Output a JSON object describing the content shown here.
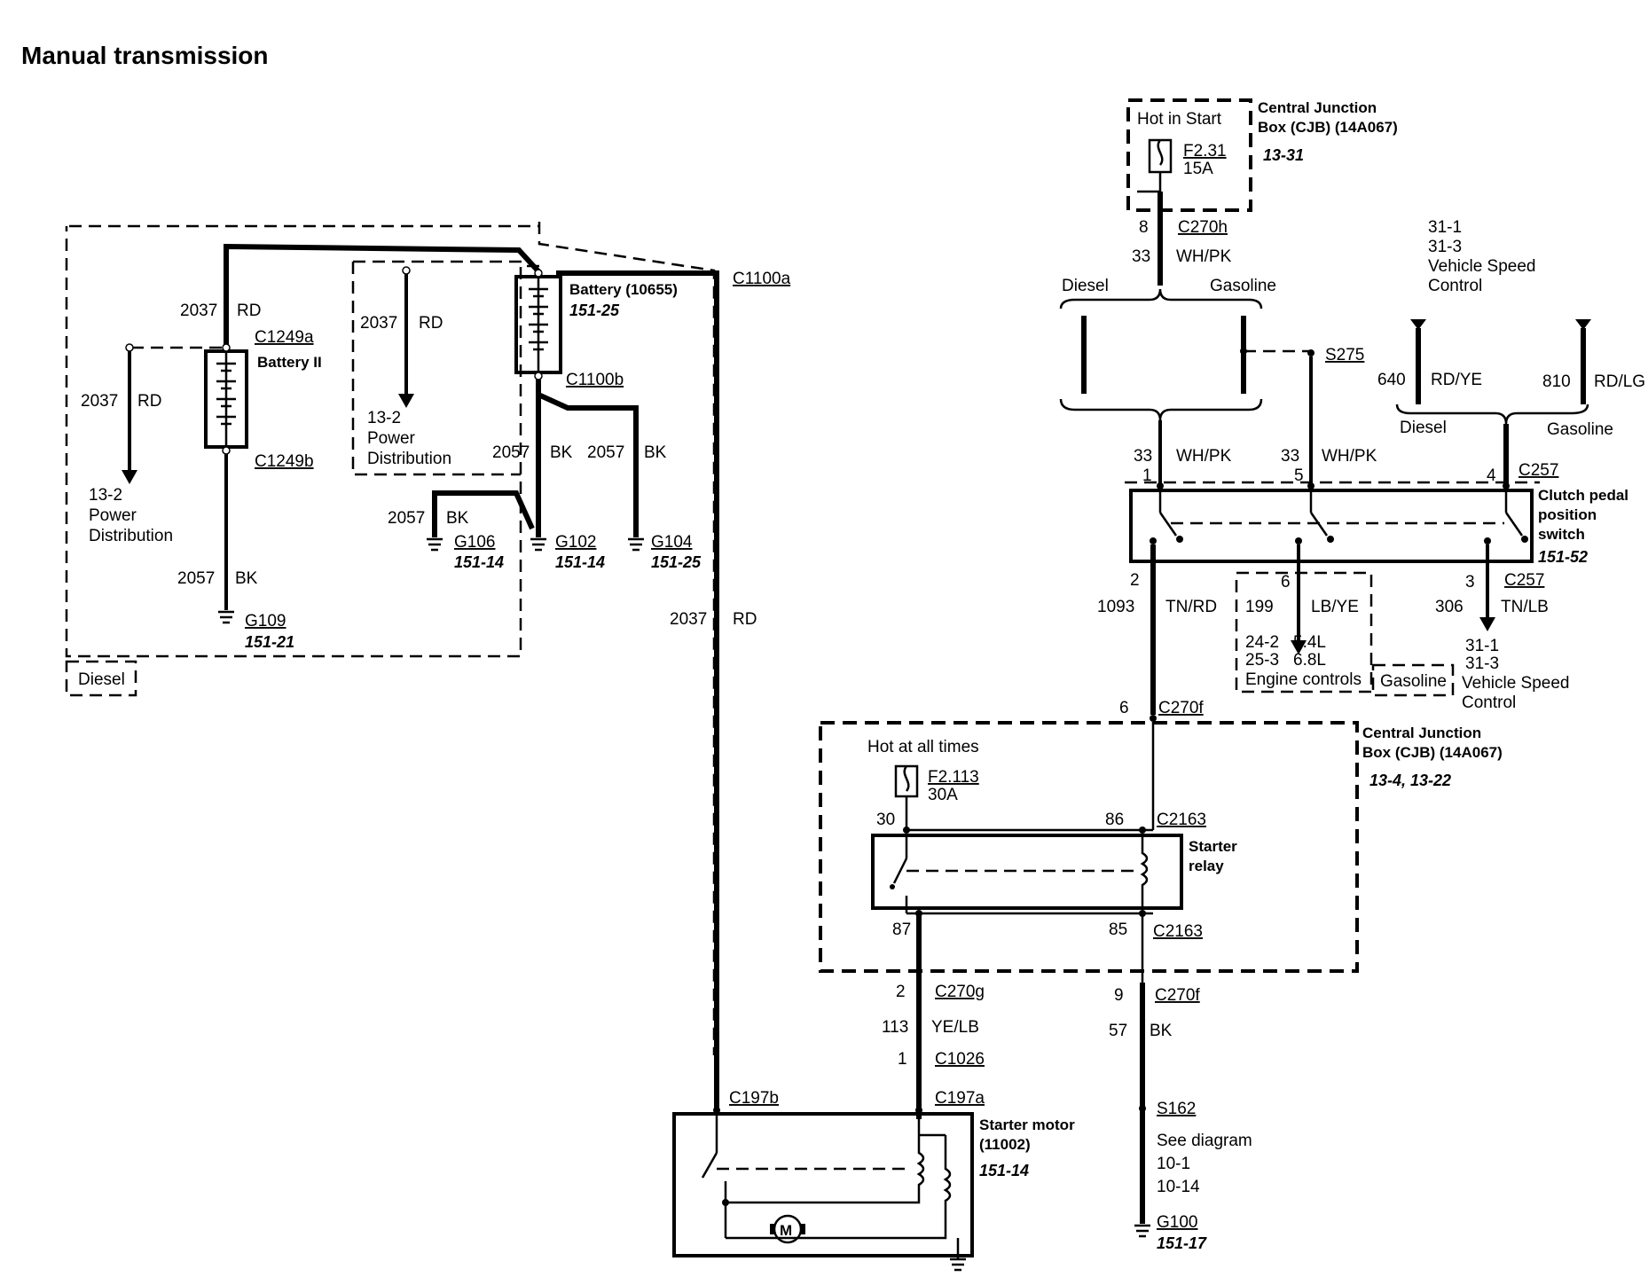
{
  "title": "Manual transmission",
  "cjb_top": {
    "hot_in_start": "Hot in Start",
    "name": "Central Junction",
    "name2": "Box (CJB) (14A067)",
    "ref": "13-31",
    "fuse": "F2.31",
    "fuse_amp": "15A",
    "conn_pin": "8",
    "conn": "C270h",
    "circuit": "33",
    "color": "WH/PK"
  },
  "diesel_label": "Diesel",
  "gasoline_label": "Gasoline",
  "s275": "S275",
  "vsc_top": {
    "l1": "31-1",
    "l2": "31-3",
    "l3": "Vehicle Speed",
    "l4": "Control"
  },
  "w640": {
    "circuit": "640",
    "color": "RD/YE"
  },
  "w810": {
    "circuit": "810",
    "color": "RD/LG"
  },
  "clutch": {
    "name1": "Clutch pedal",
    "name2": "position",
    "name3": "switch",
    "ref": "151-52",
    "c257": "C257",
    "pin1": "1",
    "pin5": "5",
    "pin4": "4",
    "pin2": "2",
    "pin6": "6",
    "pin3": "3",
    "c33a": "33",
    "col33a": "WH/PK",
    "c33b": "33",
    "col33b": "WH/PK"
  },
  "w1093": {
    "circuit": "1093",
    "color": "TN/RD"
  },
  "w199": {
    "circuit": "199",
    "color": "LB/YE",
    "e1": "24-2",
    "e1v": "5.4L",
    "e2": "25-3",
    "e2v": "6.8L",
    "e3": "Engine controls"
  },
  "w306": {
    "circuit": "306",
    "color": "TN/LB",
    "c257": "C257",
    "g": "Gasoline",
    "l1": "31-1",
    "l2": "31-3",
    "l3": "Vehicle Speed",
    "l4": "Control"
  },
  "c270f_top": {
    "pin": "6",
    "conn": "C270f"
  },
  "cjb_bottom": {
    "name": "Central Junction",
    "name2": "Box (CJB) (14A067)",
    "ref": "13-4, 13-22",
    "hot": "Hot at all times",
    "fuse": "F2.113",
    "fuse_amp": "30A",
    "relay1": "Starter",
    "relay2": "relay",
    "p30": "30",
    "p86": "86",
    "p87": "87",
    "p85": "85",
    "c2163a": "C2163",
    "c2163b": "C2163"
  },
  "w113": {
    "pin2": "2",
    "conn": "C270g",
    "circuit": "113",
    "color": "YE/LB",
    "pin1": "1",
    "conn2": "C1026"
  },
  "w57": {
    "pin": "9",
    "conn": "C270f",
    "circuit": "57",
    "color": "BK",
    "splice": "S162",
    "see": "See diagram",
    "d1": "10-1",
    "d2": "10-14",
    "ground": "G100",
    "ref": "151-17"
  },
  "starter": {
    "name1": "Starter motor",
    "name2": "(11002)",
    "ref": "151-14",
    "c197a": "C197a",
    "c197b": "C197b",
    "motor": "M"
  },
  "w2037_long": {
    "circuit": "2037",
    "color": "RD",
    "conn": "C1100a"
  },
  "battery_main": {
    "name": "Battery (10655)",
    "ref": "151-25",
    "conn": "C1100b"
  },
  "battery2": {
    "name": "Battery II",
    "c_top": "C1249a",
    "c_bot": "C1249b"
  },
  "w2037_a": {
    "circuit": "2037",
    "color": "RD"
  },
  "w2037_b": {
    "circuit": "2037",
    "color": "RD"
  },
  "w2037_c": {
    "circuit": "2037",
    "color": "RD"
  },
  "pd_left": {
    "l1": "13-2",
    "l2": "Power",
    "l3": "Distribution"
  },
  "pd_mid": {
    "l1": "13-2",
    "l2": "Power",
    "l3": "Distribution"
  },
  "w2057_a": {
    "circuit": "2057",
    "color": "BK"
  },
  "w2057_b": {
    "circuit": "2057",
    "color": "BK"
  },
  "w2057_c": {
    "circuit": "2057",
    "color": "BK"
  },
  "w2057_d": {
    "circuit": "2057",
    "color": "BK"
  },
  "g106": {
    "name": "G106",
    "ref": "151-14"
  },
  "g102": {
    "name": "G102",
    "ref": "151-14"
  },
  "g104": {
    "name": "G104",
    "ref": "151-25"
  },
  "g109": {
    "name": "G109",
    "ref": "151-21"
  },
  "diesel_box": "Diesel"
}
